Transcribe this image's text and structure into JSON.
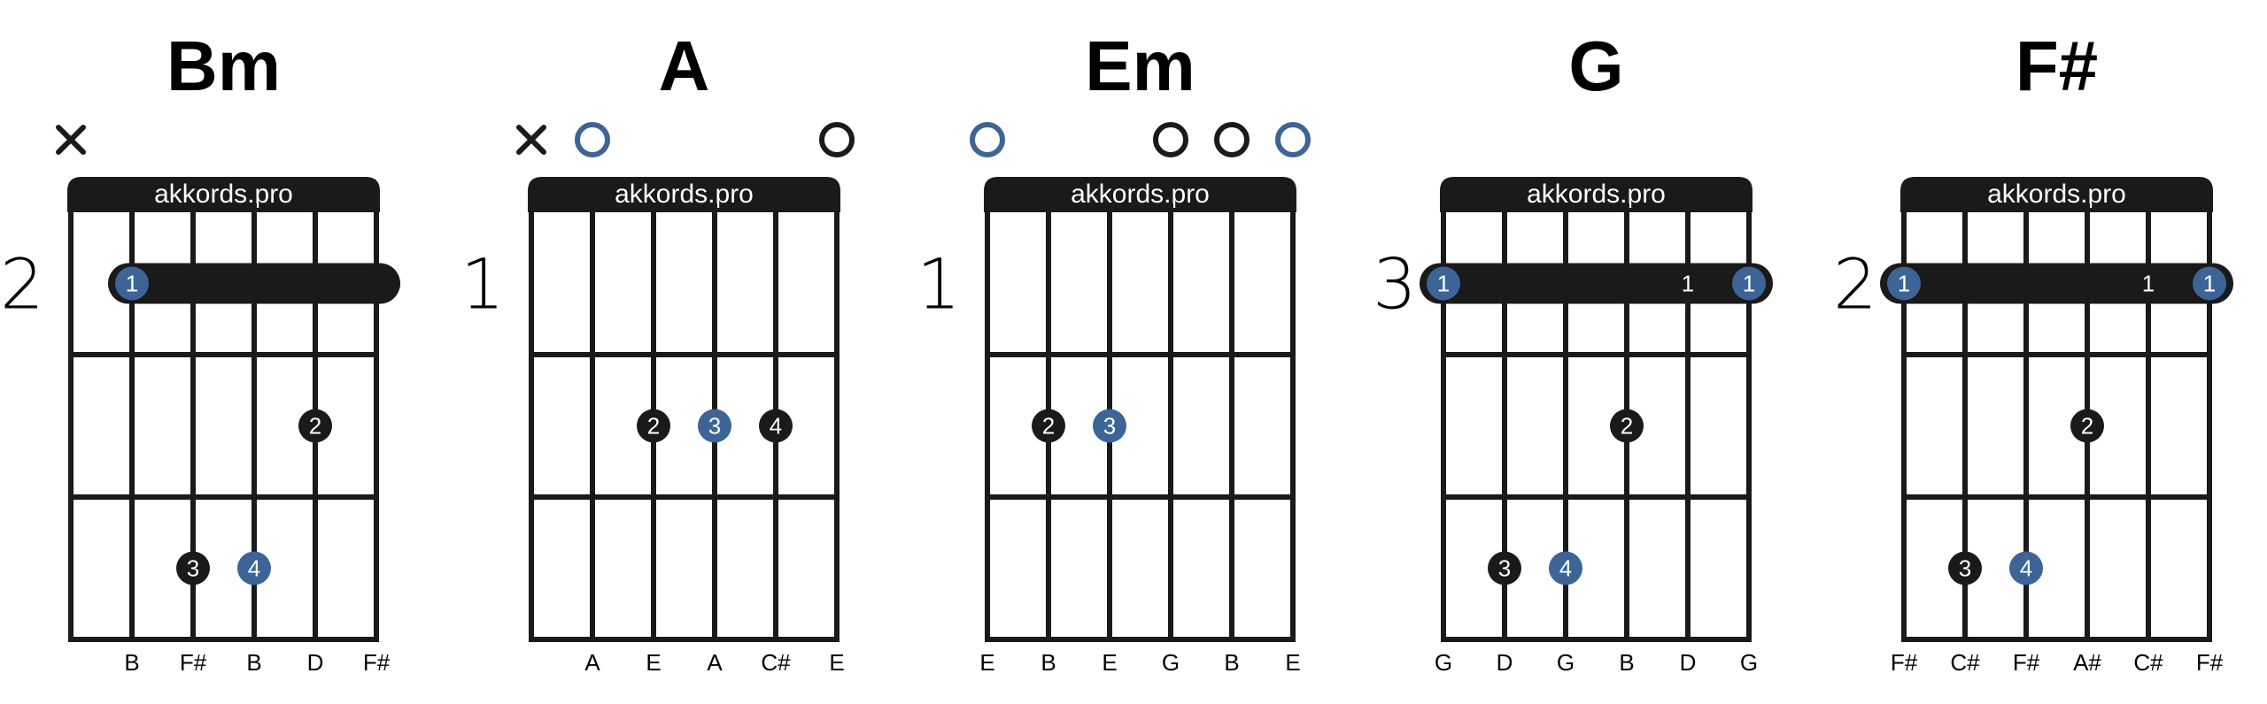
{
  "brand_label": "akkords.pro",
  "colors": {
    "ink": "#1a1a1a",
    "root": "#3d6496",
    "white": "#ffffff"
  },
  "chords": [
    {
      "name": "Bm",
      "start_fret": "2",
      "strings": [
        "x",
        "",
        "",
        "",
        "",
        ""
      ],
      "notes": [
        "",
        "B",
        "F#",
        "B",
        "D",
        "F#"
      ],
      "barre": {
        "fret": 1,
        "from": 1,
        "to": 5,
        "finger": "1",
        "root_string": 1,
        "end_label": "1",
        "end_root": false
      },
      "dots": [
        {
          "string": 4,
          "fret": 2,
          "finger": "2",
          "root": false
        },
        {
          "string": 2,
          "fret": 3,
          "finger": "3",
          "root": false
        },
        {
          "string": 3,
          "fret": 3,
          "finger": "4",
          "root": true
        }
      ]
    },
    {
      "name": "A",
      "start_fret": "1",
      "strings": [
        "x",
        "o-root",
        "",
        "",
        "",
        "o"
      ],
      "notes": [
        "",
        "A",
        "E",
        "A",
        "C#",
        "E"
      ],
      "barre": null,
      "dots": [
        {
          "string": 2,
          "fret": 2,
          "finger": "2",
          "root": false
        },
        {
          "string": 3,
          "fret": 2,
          "finger": "3",
          "root": true
        },
        {
          "string": 4,
          "fret": 2,
          "finger": "4",
          "root": false
        }
      ]
    },
    {
      "name": "Em",
      "start_fret": "1",
      "strings": [
        "o-root",
        "",
        "",
        "o",
        "o",
        "o-root"
      ],
      "notes": [
        "E",
        "B",
        "E",
        "G",
        "B",
        "E"
      ],
      "barre": null,
      "dots": [
        {
          "string": 1,
          "fret": 2,
          "finger": "2",
          "root": false
        },
        {
          "string": 2,
          "fret": 2,
          "finger": "3",
          "root": true
        }
      ]
    },
    {
      "name": "G",
      "start_fret": "3",
      "strings": [
        "",
        "",
        "",
        "",
        "",
        ""
      ],
      "notes": [
        "G",
        "D",
        "G",
        "B",
        "D",
        "G"
      ],
      "barre": {
        "fret": 1,
        "from": 0,
        "to": 5,
        "finger": "1",
        "root_string": 0,
        "end_label": "1",
        "end_root": true,
        "mid_label": "1"
      },
      "dots": [
        {
          "string": 3,
          "fret": 2,
          "finger": "2",
          "root": false
        },
        {
          "string": 1,
          "fret": 3,
          "finger": "3",
          "root": false
        },
        {
          "string": 2,
          "fret": 3,
          "finger": "4",
          "root": true
        }
      ]
    },
    {
      "name": "F#",
      "start_fret": "2",
      "strings": [
        "",
        "",
        "",
        "",
        "",
        ""
      ],
      "notes": [
        "F#",
        "C#",
        "F#",
        "A#",
        "C#",
        "F#"
      ],
      "barre": {
        "fret": 1,
        "from": 0,
        "to": 5,
        "finger": "1",
        "root_string": 0,
        "end_label": "1",
        "end_root": true,
        "mid_label": "1"
      },
      "dots": [
        {
          "string": 3,
          "fret": 2,
          "finger": "2",
          "root": false
        },
        {
          "string": 1,
          "fret": 3,
          "finger": "3",
          "root": false
        },
        {
          "string": 2,
          "fret": 3,
          "finger": "4",
          "root": true
        }
      ]
    }
  ]
}
